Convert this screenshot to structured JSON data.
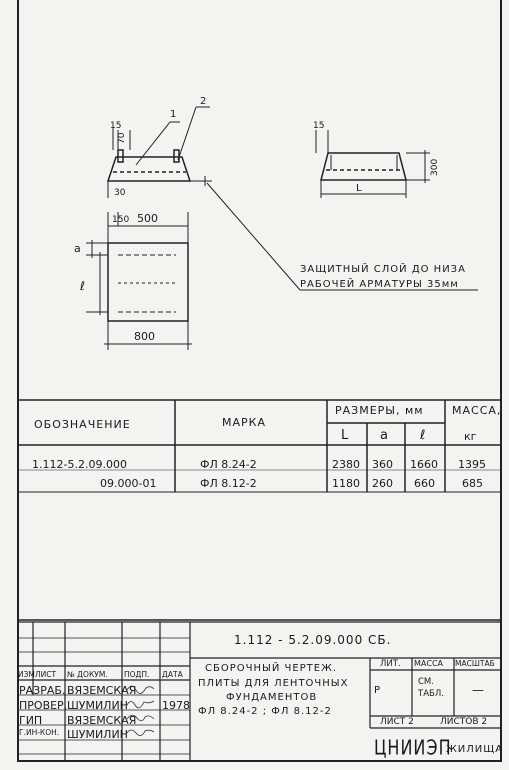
{
  "drawing": {
    "callouts": [
      "1",
      "2"
    ],
    "dims": {
      "d15a": "15",
      "d70": "70",
      "d30": "30",
      "d15b": "15",
      "d300": "300",
      "dL": "L",
      "d150": "150",
      "d500": "500",
      "d800": "800",
      "da": "a",
      "dl": "ℓ"
    },
    "note": [
      "ЗАЩИТНЫЙ СЛОЙ ДО НИЗА",
      "РАБОЧЕЙ АРМАТУРЫ 35мм"
    ]
  },
  "spec_table": {
    "headers": {
      "designation": "ОБОЗНАЧЕНИЕ",
      "mark": "МАРКА",
      "sizes": "РАЗМЕРЫ, мм",
      "mass": "МАССА,",
      "mass_unit": "кг",
      "L": "L",
      "a": "a",
      "l": "ℓ"
    },
    "rows": [
      {
        "designation": "1.112-5.2.09.000",
        "mark": "ФЛ 8.24-2",
        "L": "2380",
        "a": "360",
        "l": "1660",
        "mass": "1395"
      },
      {
        "designation": "09.000-01",
        "mark": "ФЛ 8.12-2",
        "L": "1180",
        "a": "260",
        "l": "660",
        "mass": "685"
      }
    ]
  },
  "title_block": {
    "doc_number": "1.112 - 5.2.09.000 СБ.",
    "columns": [
      "ИЗМ",
      "ЛИСТ",
      "№ ДОКУМ.",
      "ПОДП.",
      "ДАТА"
    ],
    "roles": [
      {
        "role": "РАЗРАБ.",
        "name": "ВЯЗЕМСКАЯ"
      },
      {
        "role": "ПРОВЕР.",
        "name": "ШУМИЛИН",
        "date": "1978"
      },
      {
        "role": "ГИП",
        "name": "ВЯЗЕМСКАЯ"
      },
      {
        "role": "Г.ИН-КОН.",
        "name": "ШУМИЛИН"
      }
    ],
    "title_lines": [
      "СБОРОЧНЫЙ ЧЕРТЕЖ.",
      "ПЛИТЫ ДЛЯ ЛЕНТОЧНЫХ",
      "ФУНДАМЕНТОВ",
      "ФЛ 8.24-2 ; ФЛ 8.12-2"
    ],
    "lit_label": "ЛИТ.",
    "lit_value": "Р",
    "mass_label": "МАССА",
    "mass_value": "СМ. ТАБЛ.",
    "scale_label": "МАСШТАБ",
    "scale_value": "—",
    "sheet": "ЛИСТ 2",
    "sheets": "ЛИСТОВ 2",
    "org": "ЦНИИЭП",
    "org_suffix": "ЖИЛИЩА"
  }
}
